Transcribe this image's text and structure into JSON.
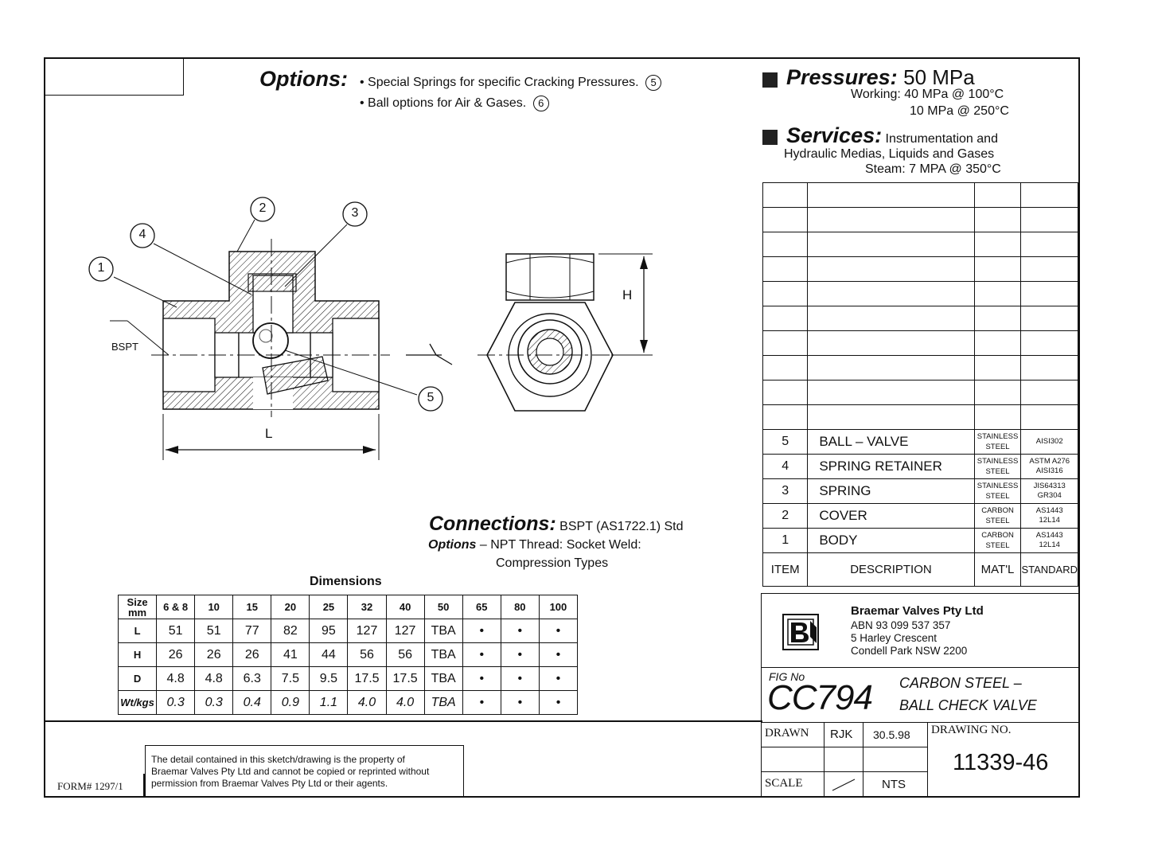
{
  "options": {
    "heading": "Options:",
    "items": [
      {
        "text": "• Special Springs for specific Cracking Pressures.",
        "ref": "5"
      },
      {
        "text": "• Ball options for Air & Gases.",
        "ref": "6"
      }
    ]
  },
  "pressures": {
    "heading": "Pressures:",
    "value": "50 MPa",
    "working_label": "Working: 40 MPa @ 100°C",
    "working_2": "10 MPa @ 250°C"
  },
  "services": {
    "heading": "Services:",
    "line1": "Instrumentation and",
    "line2": "Hydraulic Medias, Liquids and Gases",
    "line3": "Steam: 7 MPA @ 350°C"
  },
  "drawing": {
    "callouts": [
      "1",
      "2",
      "3",
      "4",
      "5"
    ],
    "bspt_label": "BSPT",
    "l_label": "L",
    "h_label": "H"
  },
  "connections": {
    "heading": "Connections:",
    "value": "BSPT (AS1722.1) Std",
    "options_label": "Options",
    "options_text": "– NPT Thread: Socket Weld:",
    "options_text2": "Compression Types"
  },
  "dimensions": {
    "title": "Dimensions",
    "header_label": "Size mm",
    "sizes": [
      "6 & 8",
      "10",
      "15",
      "20",
      "25",
      "32",
      "40",
      "50",
      "65",
      "80",
      "100"
    ],
    "rows": [
      {
        "label": "L",
        "values": [
          "51",
          "51",
          "77",
          "82",
          "95",
          "127",
          "127",
          "TBA",
          "•",
          "•",
          "•"
        ]
      },
      {
        "label": "H",
        "values": [
          "26",
          "26",
          "26",
          "41",
          "44",
          "56",
          "56",
          "TBA",
          "•",
          "•",
          "•"
        ]
      },
      {
        "label": "D",
        "values": [
          "4.8",
          "4.8",
          "6.3",
          "7.5",
          "9.5",
          "17.5",
          "17.5",
          "TBA",
          "•",
          "•",
          "•"
        ]
      },
      {
        "label": "Wt/kgs",
        "values": [
          "0.3",
          "0.3",
          "0.4",
          "0.9",
          "1.1",
          "4.0",
          "4.0",
          "TBA",
          "•",
          "•",
          "•"
        ]
      }
    ]
  },
  "parts": {
    "header": {
      "item": "ITEM",
      "description": "DESCRIPTION",
      "material": "MAT'L",
      "standard": "STANDARD"
    },
    "rows": [
      {
        "item": "5",
        "description": "BALL – VALVE",
        "material": [
          "STAINLESS",
          "STEEL"
        ],
        "standard": [
          "AISI302"
        ]
      },
      {
        "item": "4",
        "description": "SPRING RETAINER",
        "material": [
          "STAINLESS",
          "STEEL"
        ],
        "standard": [
          "ASTM A276",
          "AISI316"
        ]
      },
      {
        "item": "3",
        "description": "SPRING",
        "material": [
          "STAINLESS",
          "STEEL"
        ],
        "standard": [
          "JIS64313",
          "GR304"
        ]
      },
      {
        "item": "2",
        "description": "COVER",
        "material": [
          "CARBON",
          "STEEL"
        ],
        "standard": [
          "AS1443",
          "12L14"
        ]
      },
      {
        "item": "1",
        "description": "BODY",
        "material": [
          "CARBON",
          "STEEL"
        ],
        "standard": [
          "AS1443",
          "12L14"
        ]
      }
    ]
  },
  "company": {
    "name": "Braemar Valves Pty Ltd",
    "abn": "ABN 93 099 537 357",
    "address1": "5 Harley Crescent",
    "address2": "Condell Park  NSW  2200"
  },
  "figure": {
    "fig_label": "FIG No",
    "fig_no": "CC794",
    "title1": "CARBON STEEL –",
    "title2": "BALL CHECK VALVE"
  },
  "title_block": {
    "drawn_label": "DRAWN",
    "drawn_by": "RJK",
    "date": "30.5.98",
    "drawing_no_label": "DRAWING NO.",
    "drawing_no": "11339-46",
    "scale_label": "SCALE",
    "scale_value": "NTS"
  },
  "footer": {
    "form_no": "FORM# 1297/1",
    "notice_1": "The detail contained in this sketch/drawing is the property of",
    "notice_2": "Braemar Valves Pty Ltd and cannot be copied or reprinted without",
    "notice_3": "permission from Braemar Valves Pty Ltd or their agents."
  }
}
